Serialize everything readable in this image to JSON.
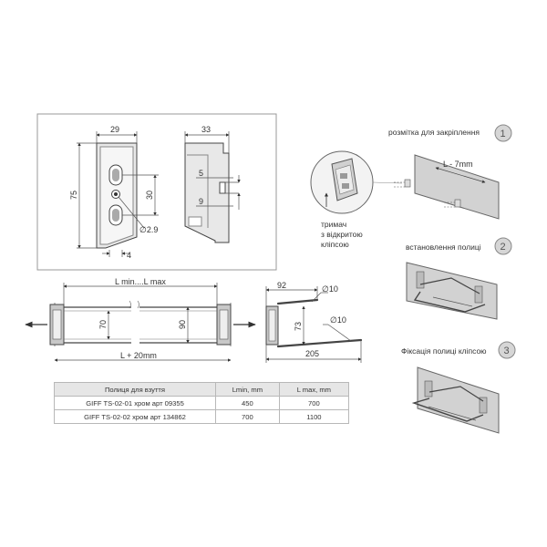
{
  "dims": {
    "w29": "29",
    "w33": "33",
    "h75": "75",
    "h30": "30",
    "d5": "5",
    "d9": "9",
    "hole": "∅2.9",
    "w4": "4",
    "lminmax": "L min....L max",
    "h70": "70",
    "h90": "90",
    "lplus": "L + 20mm",
    "w92": "92",
    "rod1": "∅10",
    "h73": "73",
    "rod2": "∅10",
    "w205": "205",
    "l7": "L - 7mm"
  },
  "steps": [
    {
      "num": "1",
      "label": "розмітка  для закріплення"
    },
    {
      "num": "2",
      "label": "встановлення полиці"
    },
    {
      "num": "3",
      "label": "Фіксація полиці кліпсою"
    }
  ],
  "clip_note": [
    "тримач",
    "з відкритою",
    "кліпсою"
  ],
  "table": {
    "headers": [
      "Полиця для взуття",
      "Lmin, mm",
      "L max, mm"
    ],
    "rows": [
      [
        "GIFF TS-02-01 хром  арт 09355",
        "450",
        "700"
      ],
      [
        "GIFF TS-02-02 хром  арт 134862",
        "700",
        "1100"
      ]
    ]
  }
}
